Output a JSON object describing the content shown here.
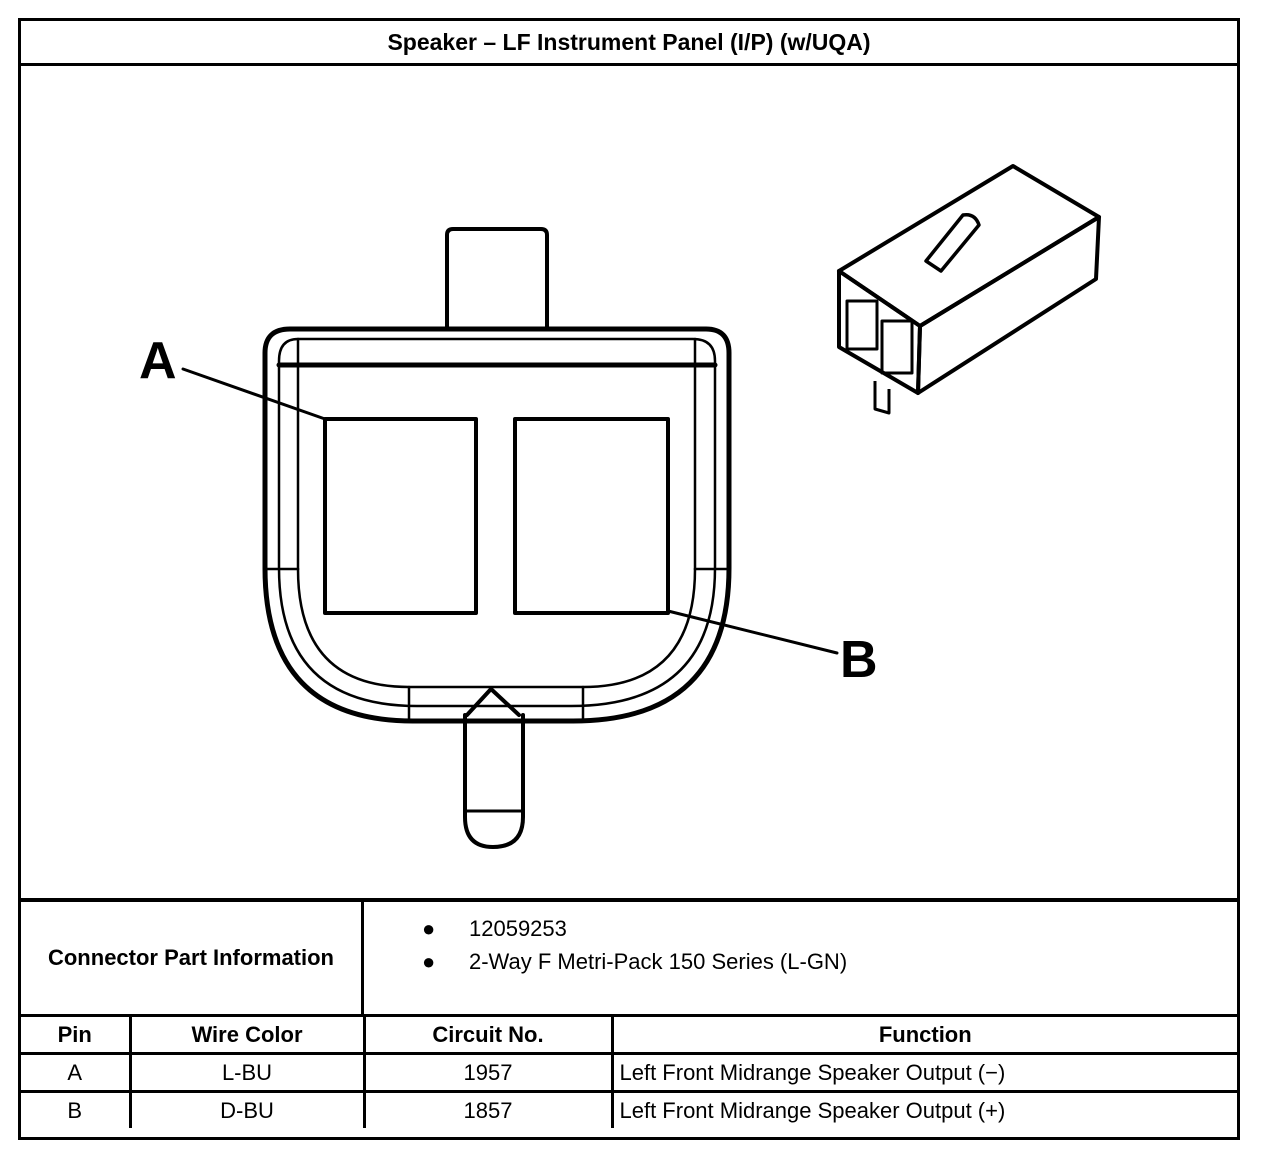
{
  "title": "Speaker – LF Instrument Panel (I/P) (w/UQA)",
  "diagram": {
    "callouts": {
      "a": "A",
      "b": "B"
    }
  },
  "connector_info": {
    "label": "Connector Part Information",
    "items": [
      "12059253",
      "2-Way F Metri-Pack 150 Series (L-GN)"
    ]
  },
  "pin_table": {
    "headers": {
      "pin": "Pin",
      "wire_color": "Wire Color",
      "circuit": "Circuit No.",
      "function": "Function"
    },
    "rows": [
      {
        "pin": "A",
        "wire_color": "L-BU",
        "circuit": "1957",
        "function": "Left Front Midrange Speaker Output (−)"
      },
      {
        "pin": "B",
        "wire_color": "D-BU",
        "circuit": "1857",
        "function": "Left Front Midrange Speaker Output (+)"
      }
    ]
  }
}
